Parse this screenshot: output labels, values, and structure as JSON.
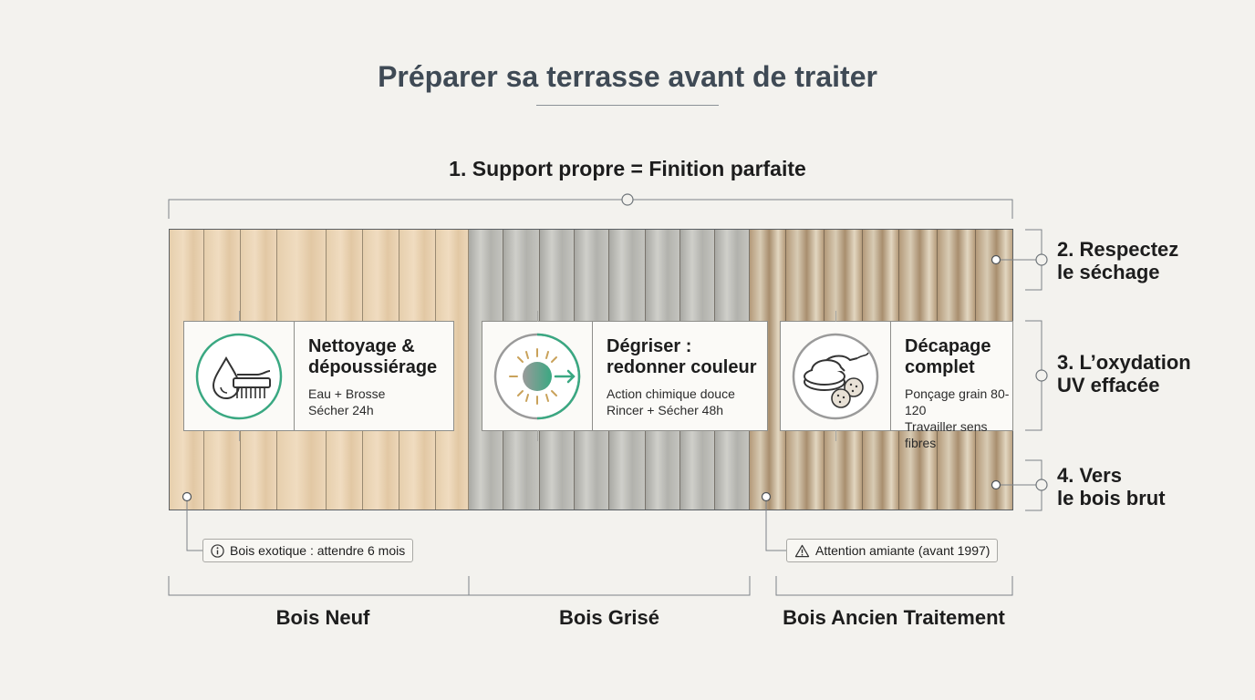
{
  "title": "Préparer sa terrasse avant de traiter",
  "main_message": "1. Support propre = Finition parfaite",
  "steps": [
    {
      "title": "Nettoyage &\ndépoussiérage",
      "description": "Eau + Brosse\nSécher 24h",
      "icon": "water-drop-brush-icon"
    },
    {
      "title": "Dégriser :\nredonner couleur",
      "description": "Action chimique douce\nRincer + Sécher 48h",
      "icon": "sun-restore-icon"
    },
    {
      "title": "Décapage\ncomplet",
      "description": "Ponçage grain 80-120\nTravailler sens fibres",
      "icon": "orbital-sander-icon"
    }
  ],
  "side_tips": [
    "2. Respectez\nle séchage",
    "3. L’oxydation\nUV effacée",
    "4. Vers\nle bois brut"
  ],
  "notes": [
    {
      "text": "Bois exotique : attendre 6 mois",
      "icon": "info-icon"
    },
    {
      "text": "Attention amiante (avant 1997)",
      "icon": "warning-icon"
    }
  ],
  "categories": [
    "Bois Neuf",
    "Bois Grisé",
    "Bois Ancien Traitement"
  ],
  "colors": {
    "accent": "#3aa882",
    "text": "#1d1d1d",
    "title": "#3f4a55",
    "line": "#7d8388"
  }
}
